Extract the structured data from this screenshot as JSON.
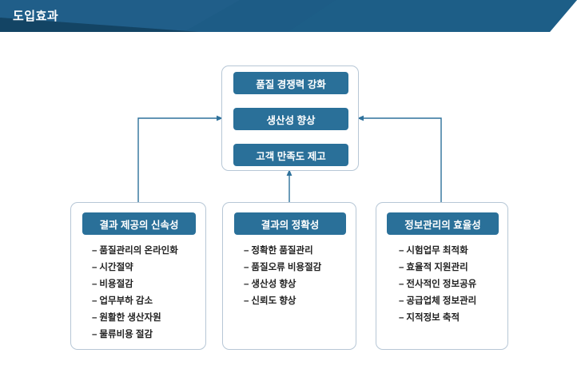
{
  "header": {
    "title": "도입효과",
    "bg_color": "#1d5c86",
    "accent_dark": "#123f5e",
    "accent_light": "#2a6f9b",
    "text_color": "#ffffff"
  },
  "theme": {
    "bar_blue": "#2a7099",
    "panel_border": "#b7c7d6",
    "connector": "#2e719b",
    "item_text": "#222222"
  },
  "top_panel": {
    "name": "goals",
    "goals": [
      {
        "label": "품질 경쟁력 강화"
      },
      {
        "label": "생산성 향상"
      },
      {
        "label": "고객 만족도 제고"
      }
    ]
  },
  "categories": [
    {
      "id": "speed",
      "header": "결과 제공의 신속성",
      "items": [
        "품질관리의 온라인화",
        "시간절약",
        "비용절감",
        "업무부하 감소",
        "원활한 생산자원",
        "물류비용 절감"
      ]
    },
    {
      "id": "accuracy",
      "header": "결과의 정확성",
      "items": [
        "정확한 품질관리",
        "품질오류 비용절감",
        "생산성 향상",
        "신뢰도 향상"
      ]
    },
    {
      "id": "information",
      "header": "정보관리의 효율성",
      "items": [
        "시험업무 최적화",
        "효율적 지원관리",
        "전사적인 정보공유",
        "공급업체 정보관리",
        "지적정보 축적"
      ]
    }
  ],
  "bullet": "–"
}
